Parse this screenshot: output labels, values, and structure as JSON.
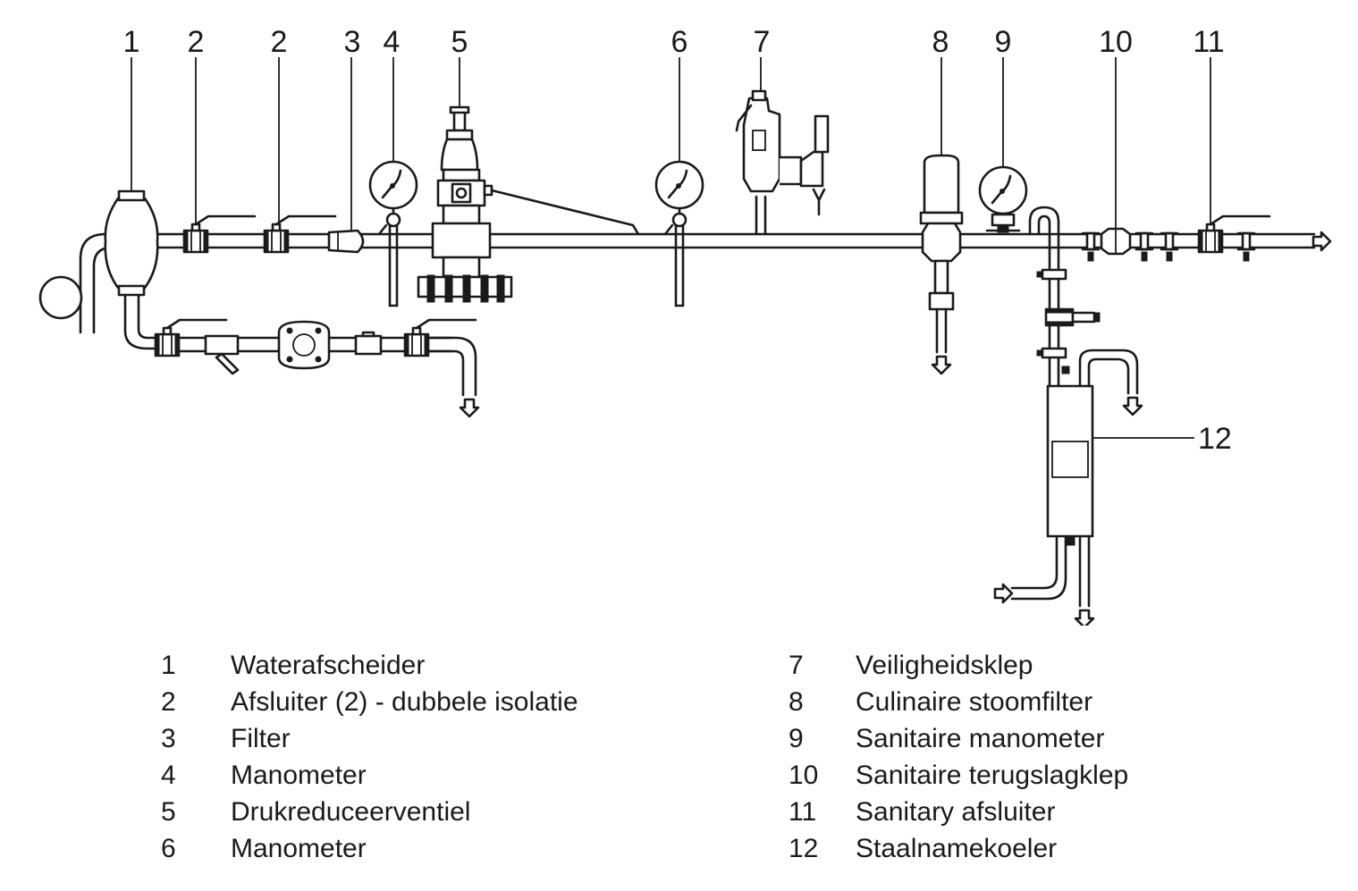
{
  "callouts": [
    "1",
    "2",
    "2",
    "3",
    "4",
    "5",
    "6",
    "7",
    "8",
    "9",
    "10",
    "11",
    "12"
  ],
  "legend": {
    "left": [
      {
        "num": "1",
        "text": "Waterafscheider"
      },
      {
        "num": "2",
        "text": "Afsluiter (2) - dubbele isolatie"
      },
      {
        "num": "3",
        "text": "Filter"
      },
      {
        "num": "4",
        "text": "Manometer"
      },
      {
        "num": "5",
        "text": "Drukreduceerventiel"
      },
      {
        "num": "6",
        "text": "Manometer"
      }
    ],
    "right": [
      {
        "num": "7",
        "text": "Veiligheidsklep"
      },
      {
        "num": "8",
        "text": "Culinaire stoomfilter"
      },
      {
        "num": "9",
        "text": "Sanitaire manometer"
      },
      {
        "num": "10",
        "text": "Sanitaire terugslagklep"
      },
      {
        "num": "11",
        "text": "Sanitary afsluiter"
      },
      {
        "num": "12",
        "text": "Staalnamekoeler"
      }
    ]
  }
}
